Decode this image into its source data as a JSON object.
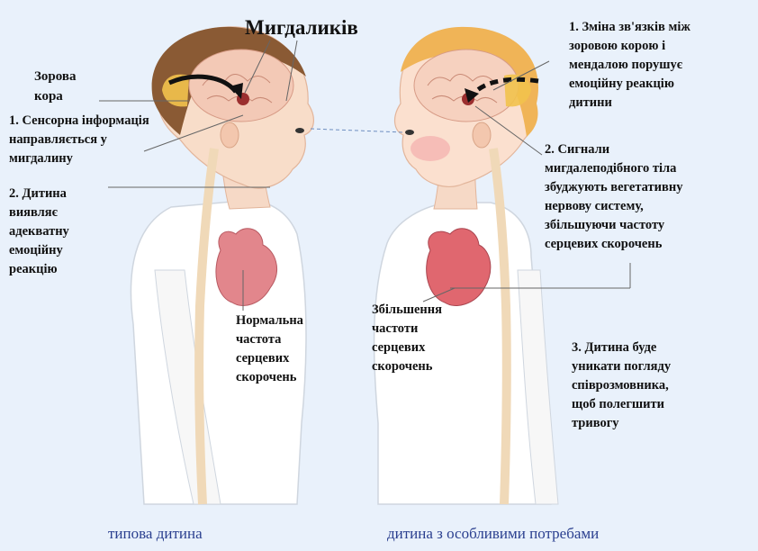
{
  "labels": {
    "amygdala_title": "Мигдаликів",
    "visual_cortex": "Зорова\nкора",
    "left_1": "1. Сенсорна інформація\nнаправляється у\nмигдалину",
    "left_2": "2. Дитина\nвиявляє\nадекватну\nемоційну\nреакцію",
    "left_heart": "Нормальна\nчастота\nсерцевих\nскорочень",
    "right_1": "1. Зміна зв'язків між\nзоровою корою і\nмендалою порушує\nемоційну реакцію\nдитини",
    "right_2": "2. Сигнали\nмигдалеподібного тіла\nзбуджують вегетативну\nнервову систему,\nзбільшуючи частоту\nсерцевих скорочень",
    "right_heart": "Збільшення\nчастоти\nсерцевих\nскорочень",
    "right_3": "3. Дитина буде\nуникати погляду\nспіврозмовника,\nщоб полегшити\nтривогу"
  },
  "captions": {
    "typical": "типова дитина",
    "special": "дитина з особливими потребами"
  }
}
